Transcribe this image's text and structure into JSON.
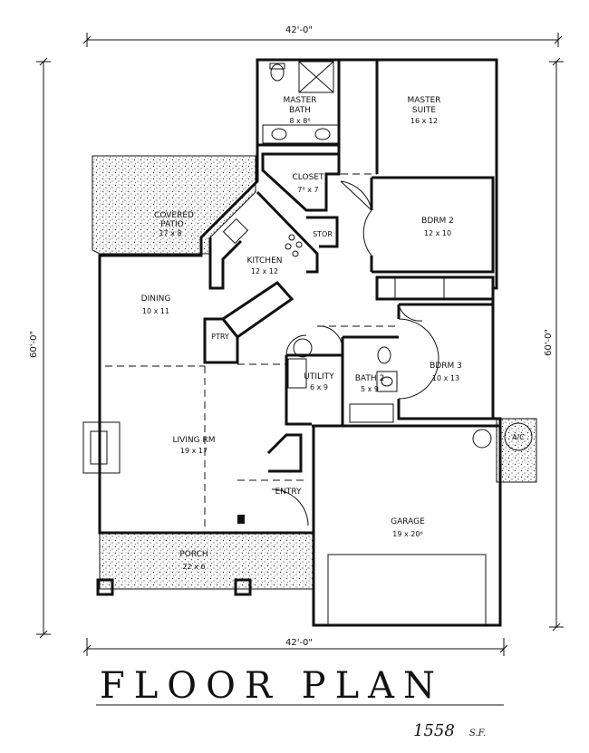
{
  "drawing": {
    "title": "FLOOR PLAN",
    "area_value": "1558",
    "area_unit": "S.F.",
    "dimensions": {
      "top": "42'-0\"",
      "bottom": "42'-0\"",
      "left": "60'-0\"",
      "right": "60'-0\""
    }
  },
  "rooms": {
    "master_bath": {
      "name_line1": "MASTER",
      "name_line2": "BATH",
      "size": "8 x 8⁶"
    },
    "master_suite": {
      "name_line1": "MASTER",
      "name_line2": "SUITE",
      "size": "16 x 12"
    },
    "closet": {
      "name": "CLOSET",
      "size": "7⁶ x 7"
    },
    "covered_patio": {
      "name_line1": "COVERED",
      "name_line2": "PATIO",
      "size": "17 x 8"
    },
    "stor": {
      "name": "STOR"
    },
    "kitchen": {
      "name": "KITCHEN",
      "size": "12 x 12"
    },
    "bdrm2": {
      "name": "BDRM 2",
      "size": "12 x 10"
    },
    "dining": {
      "name": "DINING",
      "size": "10 x 11"
    },
    "ptry": {
      "name": "PTRY"
    },
    "utility": {
      "name": "UTILITY",
      "size": "6 x 9"
    },
    "bath2": {
      "name": "BATH 2",
      "size": "5 x 9"
    },
    "bdrm3": {
      "name": "BDRM 3",
      "size": "10 x 13"
    },
    "living": {
      "name": "LIVING RM",
      "size": "19 x 17"
    },
    "entry": {
      "name": "ENTRY"
    },
    "garage": {
      "name": "GARAGE",
      "size": "19 x 20⁶"
    },
    "porch": {
      "name": "PORCH",
      "size": "22 x 6"
    },
    "ac": {
      "name": "A/C"
    }
  }
}
